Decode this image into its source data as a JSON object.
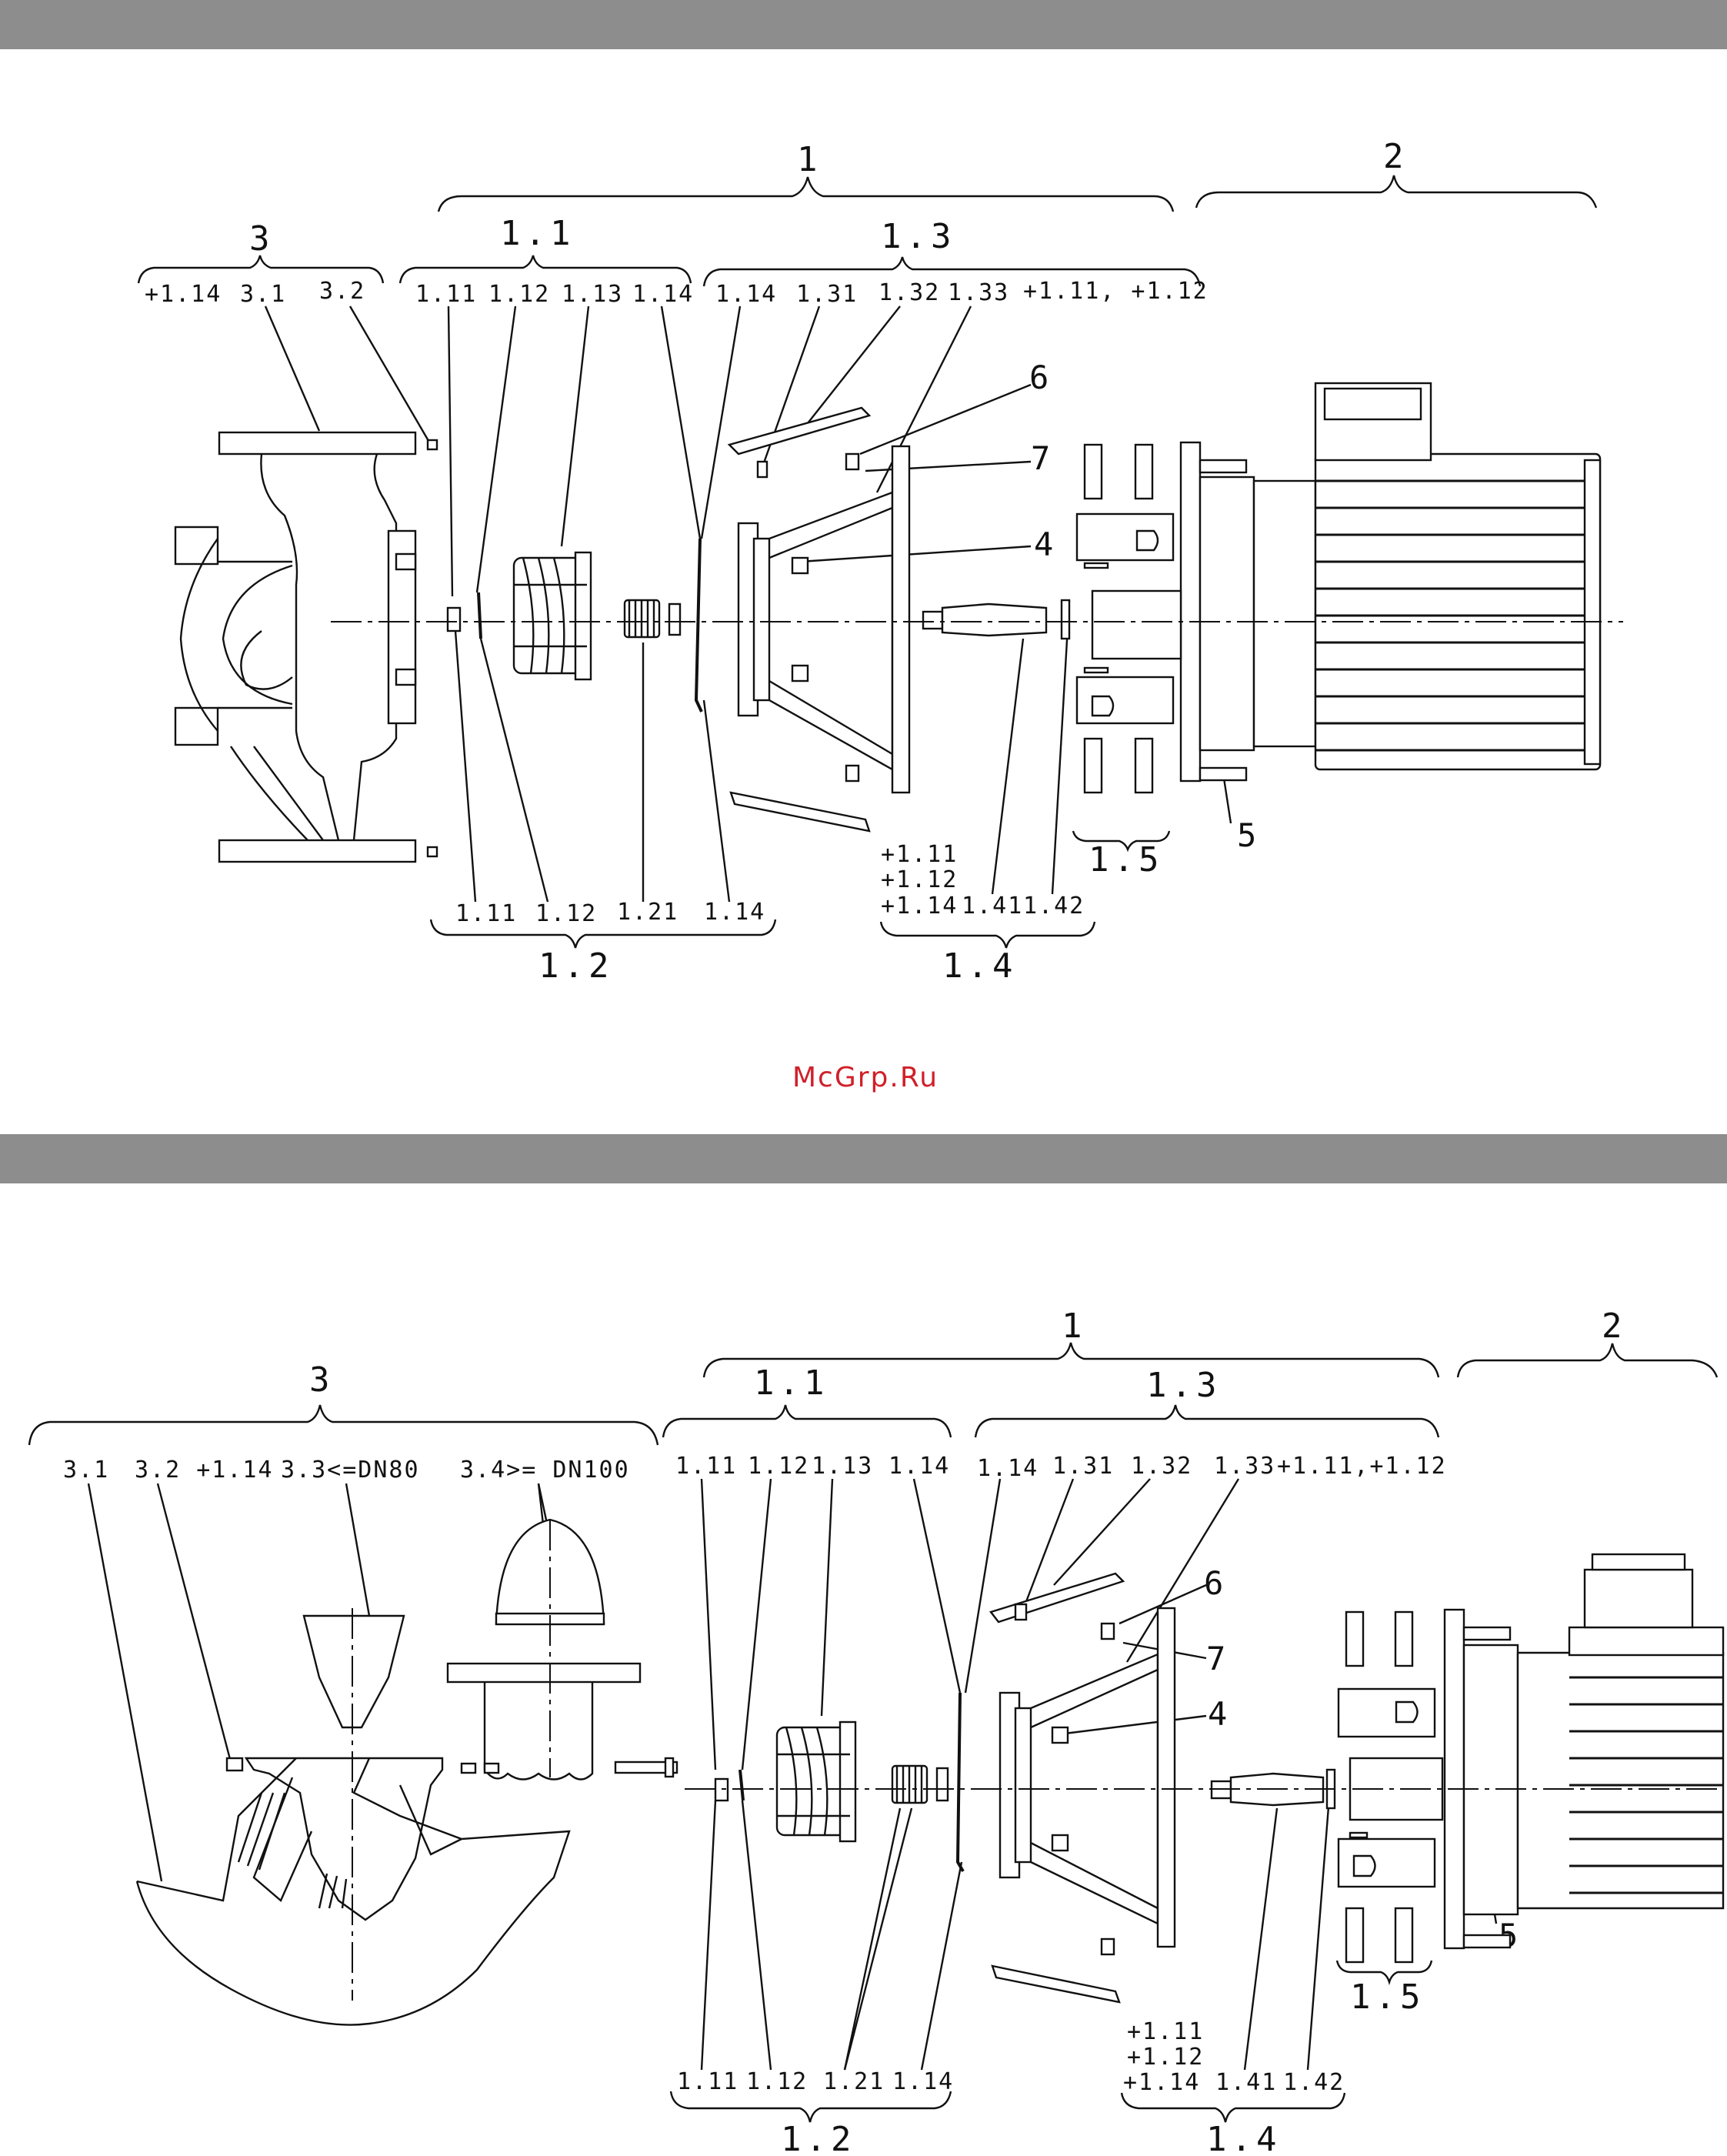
{
  "watermark": "McGrp.Ru",
  "diagram_top": {
    "groups": {
      "g1": "1",
      "g2": "2",
      "g3": "3",
      "g11": "1.1",
      "g12": "1.2",
      "g13": "1.3",
      "g14": "1.4",
      "g15": "1.5"
    },
    "labels": {
      "p114a": "+1.14",
      "p31": "3.1",
      "p32": "3.2",
      "a111": "1.11",
      "a112": "1.12",
      "a113": "1.13",
      "a114": "1.14",
      "b114": "1.14",
      "b131": "1.31",
      "b132": "1.32",
      "b133": "1.33",
      "b_plus": "+1.11, +1.12",
      "c111": "1.11",
      "c112": "1.12",
      "c121": "1.21",
      "c114": "1.14",
      "d111": "+1.11",
      "d112": "+1.12",
      "d114": "+1.14",
      "d141": "1.41",
      "d142": "1.42"
    },
    "numbers": {
      "n4": "4",
      "n5": "5",
      "n6": "6",
      "n7": "7"
    }
  },
  "diagram_bottom": {
    "groups": {
      "g1": "1",
      "g2": "2",
      "g3": "3",
      "g11": "1.1",
      "g12": "1.2",
      "g13": "1.3",
      "g14": "1.4",
      "g15": "1.5"
    },
    "labels": {
      "p31": "3.1",
      "p32": "3.2 +1.14",
      "p33": "3.3<=DN80",
      "p34": "3.4>= DN100",
      "a111": "1.11",
      "a112": "1.12",
      "a113": "1.13",
      "a114": "1.14",
      "b114": "1.14",
      "b131": "1.31",
      "b132": "1.32",
      "b133": "1.33",
      "b_plus": "+1.11,+1.12",
      "c111": "1.11",
      "c112": "1.12",
      "c121": "1.21",
      "c114": "1.14",
      "d111": "+1.11",
      "d112": "+1.12",
      "d114": "+1.14",
      "d141": "1.41",
      "d142": "1.42"
    },
    "numbers": {
      "n4": "4",
      "n5": "5",
      "n6": "6",
      "n7": "7"
    }
  }
}
